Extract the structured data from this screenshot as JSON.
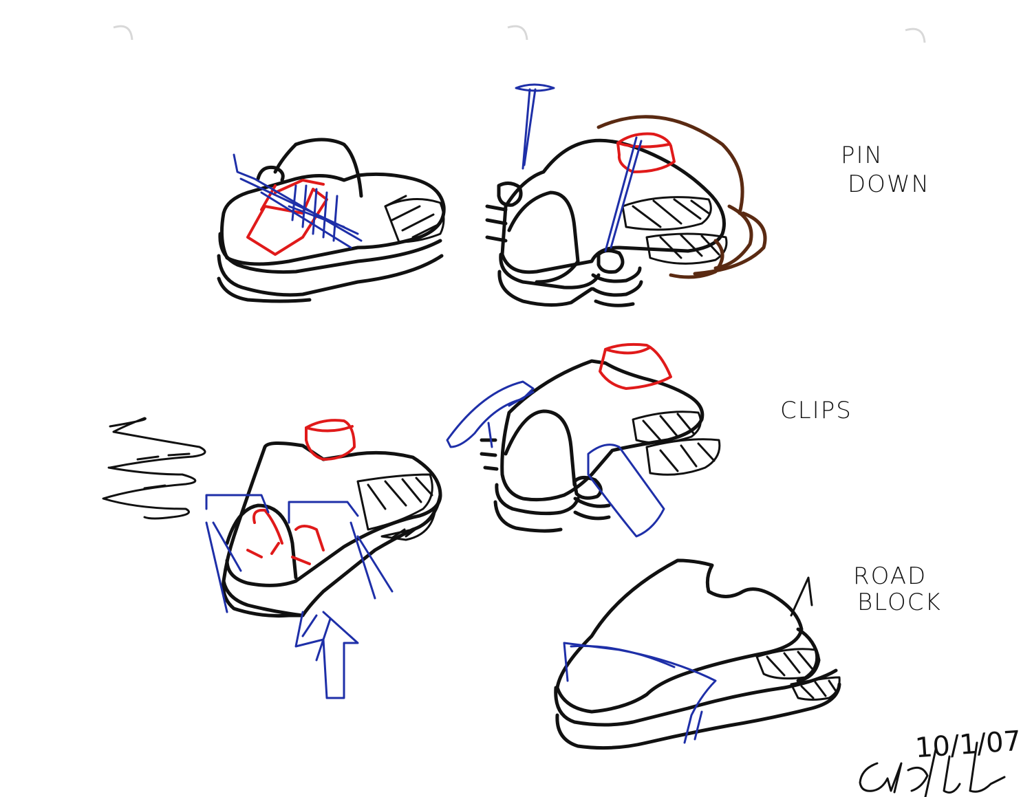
{
  "labels": {
    "pin_down_line1": "PIN",
    "pin_down_line2": "DOWN",
    "clips": "CLIPS",
    "road_block_line1": "ROAD",
    "road_block_line2": "BLOCK"
  },
  "date": "10/1/07",
  "signature": "signature",
  "colors": {
    "ink_black": "#111111",
    "ink_red": "#e01a1a",
    "ink_blue": "#1e2fa8",
    "ink_brown": "#5a2a12",
    "paper": "#ffffff"
  }
}
